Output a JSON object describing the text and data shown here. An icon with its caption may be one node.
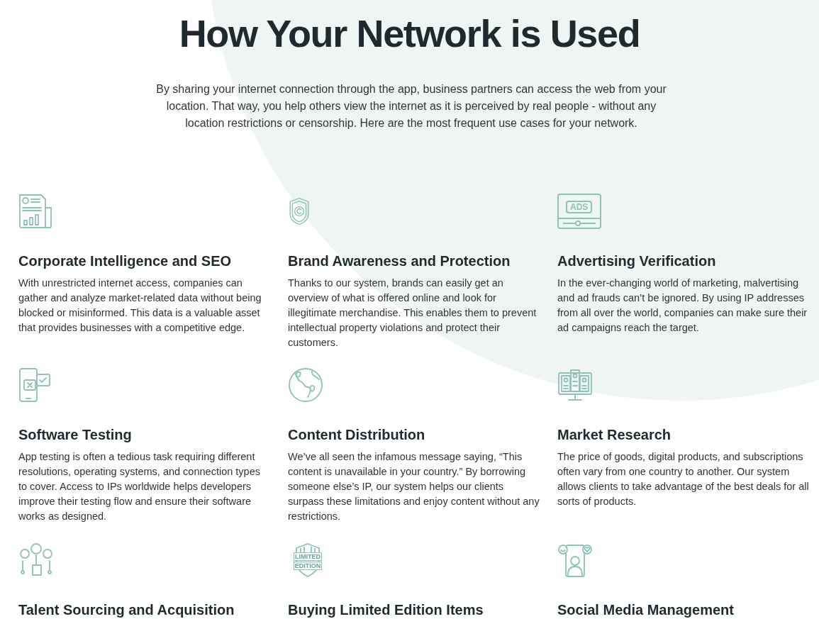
{
  "diagram": {
    "title": "How Your Network is Used",
    "labels": [
      "By sharing your internet connection through the app, business partners can access the web from your location. That way, you help others view the internet as it is perceived by real people - without any location restrictions or censorship. Here are the most frequent use cases for your network.",
      "Corporate Intelligence and SEO",
      "With unrestricted internet access, companies can gather and analyze market-related data without being blocked or misinformed. This data is a valuable asset that provides businesses with a competitive edge.",
      "Brand Awareness and Protection",
      "Thanks to our system, brands can easily get an overview of what is offered online and look for illegitimate merchandise. This enables them to prevent intellectual property violations and protect their customers.",
      "ADS",
      "Advertising Verification",
      "In the ever-changing world of marketing, malvertising and ad frauds can’t be ignored. By using IP addresses from all over the world, companies can make sure their ad campaigns reach the target.",
      "Software Testing",
      "App testing is often a tedious task requiring different resolutions, operating systems, and connection types to cover. Access to IPs worldwide helps developers improve their testing flow and ensure their software works as designed.",
      "Content Distribution",
      "We’ve all seen the infamous message saying, “This content is unavailable in your country.” By borrowing someone else’s IP, our system helps our clients surpass these limitations and enjoy content without any restrictions.",
      "Market Research",
      "The price of goods, digital products, and subscriptions often vary from one country to another. Our system allows clients to take advantage of the best deals for all sorts of products.",
      "Talent Sourcing and Acquisition",
      "LIMITED",
      "EDITION",
      "Buying Limited Edition Items",
      "Social Media Management"
    ]
  }
}
